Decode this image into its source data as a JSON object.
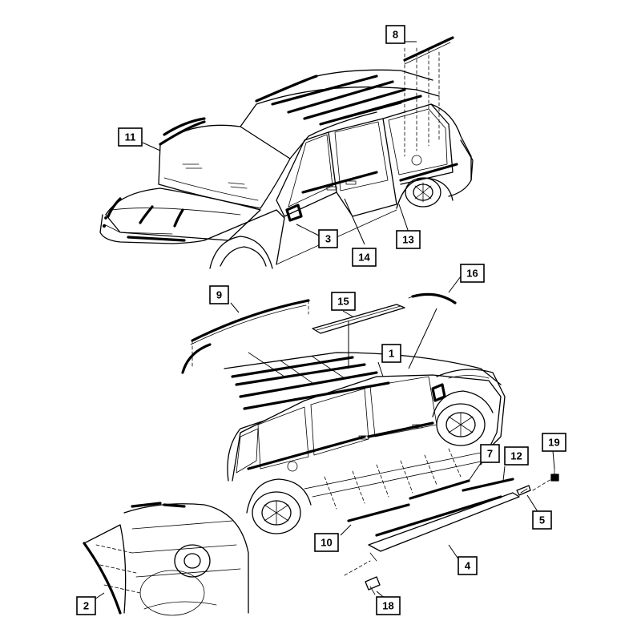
{
  "callouts": [
    {
      "id": "c1",
      "label": "1"
    },
    {
      "id": "c2",
      "label": "2"
    },
    {
      "id": "c3",
      "label": "3"
    },
    {
      "id": "c4",
      "label": "4"
    },
    {
      "id": "c5",
      "label": "5"
    },
    {
      "id": "c7",
      "label": "7"
    },
    {
      "id": "c8",
      "label": "8"
    },
    {
      "id": "c9",
      "label": "9"
    },
    {
      "id": "c10",
      "label": "10"
    },
    {
      "id": "c11",
      "label": "11"
    },
    {
      "id": "c12",
      "label": "12"
    },
    {
      "id": "c13",
      "label": "13"
    },
    {
      "id": "c14",
      "label": "14"
    },
    {
      "id": "c15",
      "label": "15"
    },
    {
      "id": "c16",
      "label": "16"
    },
    {
      "id": "c18",
      "label": "18"
    },
    {
      "id": "c19",
      "label": "19"
    }
  ]
}
